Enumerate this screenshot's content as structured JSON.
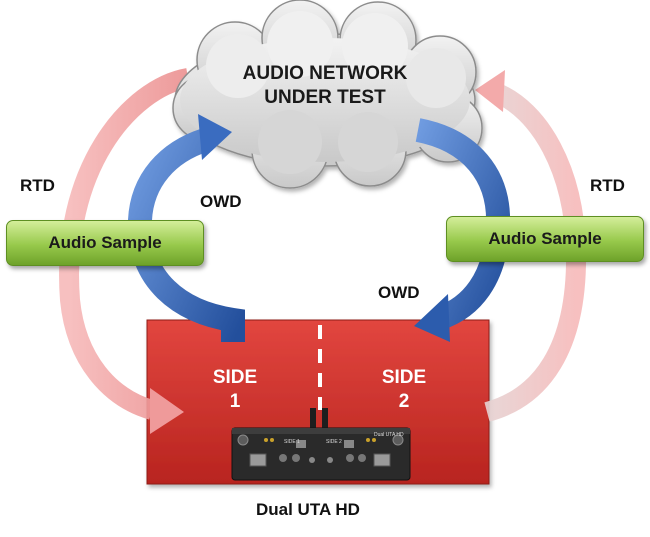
{
  "cloud": {
    "line1": "AUDIO NETWORK",
    "line2": "UNDER TEST"
  },
  "labels": {
    "rtd_left": "RTD",
    "rtd_right": "RTD",
    "owd_top": "OWD",
    "owd_bottom": "OWD"
  },
  "samples": {
    "left": "Audio Sample",
    "right": "Audio Sample"
  },
  "device": {
    "side1_line1": "SIDE",
    "side1_line2": "1",
    "side2_line1": "SIDE",
    "side2_line2": "2",
    "caption": "Dual UTA HD",
    "panel_side1": "SIDE 1",
    "panel_side2": "SIDE 2",
    "panel_brand": "Dual UTA HD"
  },
  "colors": {
    "red_box": "#c8302c",
    "blue_arrow": "#2f62b5",
    "pink_arrow": "#f0a6a6",
    "green_sample": "#97c94b",
    "cloud": "#d9d9d9"
  }
}
